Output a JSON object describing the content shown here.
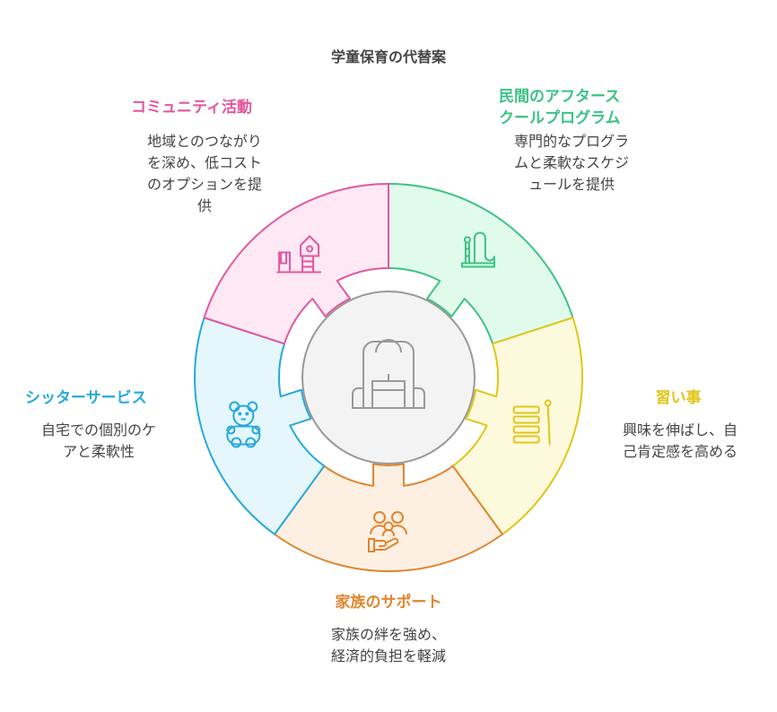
{
  "title": "学童保育の代替案",
  "center_icon": "backpack-icon",
  "segments": [
    {
      "key": "afterschool",
      "title_lines": [
        "民間のアフタース",
        "クールプログラム"
      ],
      "desc_lines": [
        "専門的なプログラ",
        "ムと柔軟なスケジ",
        "ュールを提供"
      ],
      "stroke": "#3cc284",
      "fill": "#e0fbec",
      "icon": "playground-slide-icon"
    },
    {
      "key": "lessons",
      "title_lines": [
        "習い事"
      ],
      "desc_lines": [
        "興味を伸ばし、自",
        "己肯定感を高める"
      ],
      "stroke": "#e0c619",
      "fill": "#fdf9dc",
      "icon": "xylophone-icon"
    },
    {
      "key": "family",
      "title_lines": [
        "家族のサポート"
      ],
      "desc_lines": [
        "家族の絆を強め、",
        "経済的負担を軽減"
      ],
      "stroke": "#e0852f",
      "fill": "#fdf0e3",
      "icon": "family-hand-icon"
    },
    {
      "key": "sitter",
      "title_lines": [
        "シッターサービス"
      ],
      "desc_lines": [
        "自宅での個別のケ",
        "アと柔軟性"
      ],
      "stroke": "#26a9dc",
      "fill": "#e5f6fd",
      "icon": "teddy-bear-icon"
    },
    {
      "key": "community",
      "title_lines": [
        "コミュニティ活動"
      ],
      "desc_lines": [
        "地域とのつながり",
        "を深め、低コスト",
        "のオプションを提",
        "供"
      ],
      "stroke": "#e2579e",
      "fill": "#fde8f4",
      "icon": "playhouse-icon"
    }
  ]
}
